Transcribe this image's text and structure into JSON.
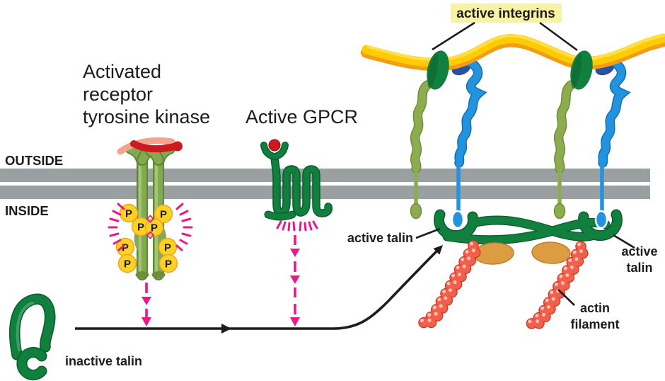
{
  "figure": {
    "outside_label": "OUTSIDE",
    "inside_label": "INSIDE",
    "rtk": {
      "label_line1": "Activated",
      "label_line2": "receptor",
      "label_line3": "tyrosine kinase",
      "phosphate_label": "P"
    },
    "gpcr": {
      "label": "Active GPCR"
    },
    "integrins": {
      "label": "active integrins"
    },
    "talin": {
      "active_label_left": "active talin",
      "active_label_right_line1": "active",
      "active_label_right_line2": "talin",
      "inactive_label": "inactive talin"
    },
    "actin": {
      "label_line1": "actin",
      "label_line2": "filament"
    }
  },
  "colors": {
    "membrane_gray": "#9aa0a2",
    "signal_magenta": "#ea1889",
    "rtk_stalk_green": "#82aa50",
    "dark_green": "#117f3e",
    "integrin_alpha_olive": "#8cac4f",
    "integrin_beta_blue": "#2193df",
    "integrin_navy": "#2b50a0",
    "ecm_fiber_yellow": "#ffcb05",
    "ecm_fiber_orange": "#f29d13",
    "phosphate_yellow": "#ffd125",
    "ligand_red": "#cc1b1e",
    "ligand_salmon": "#f2a48f",
    "vinculin_orange": "#db9c42",
    "actin_red": "#f2604c",
    "label_highlight": "#faf2a3",
    "text_black": "#1b1b1b"
  }
}
